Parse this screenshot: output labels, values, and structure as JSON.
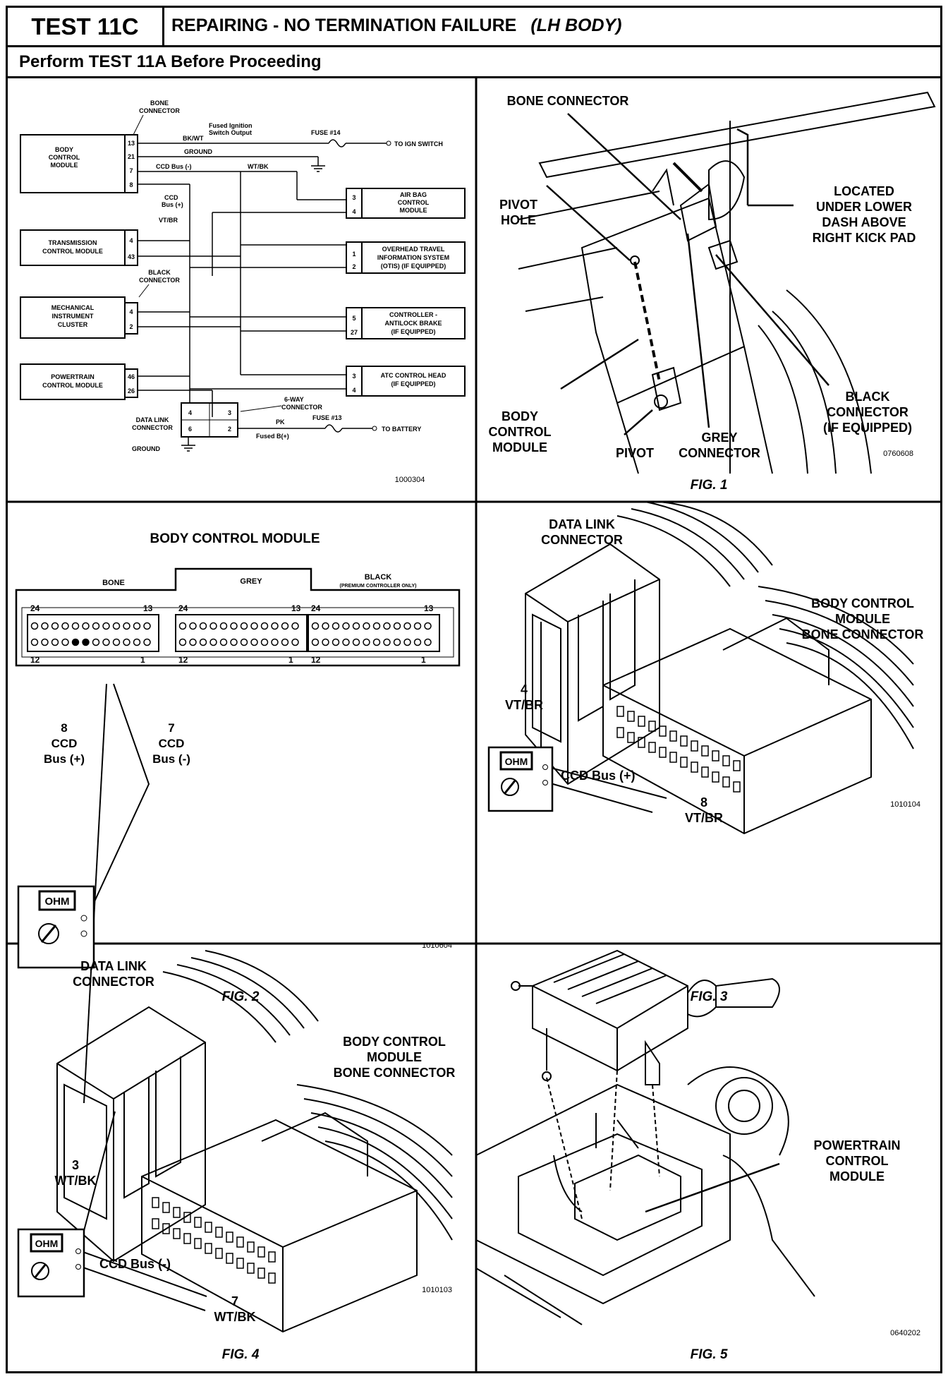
{
  "header": {
    "test_id": "TEST 11C",
    "title": "REPAIRING - NO TERMINATION FAILURE",
    "title_qualifier": "(LH BODY)",
    "subtitle": "Perform TEST 11A Before Proceeding"
  },
  "panel_schematic": {
    "ref": "1000304",
    "bone_connector_label": [
      "BONE",
      "CONNECTOR"
    ],
    "black_connector_label": [
      "BLACK",
      "CONNECTOR"
    ],
    "sixway_label": [
      "6-WAY",
      "CONNECTOR"
    ],
    "left_modules": [
      {
        "name": [
          "BODY",
          "CONTROL",
          "MODULE"
        ],
        "pins": [
          "13",
          "21",
          "7",
          "8"
        ]
      },
      {
        "name": [
          "TRANSMISSION",
          "CONTROL MODULE"
        ],
        "pins": [
          "4",
          "43"
        ]
      },
      {
        "name": [
          "MECHANICAL",
          "INSTRUMENT",
          "CLUSTER"
        ],
        "pins": [
          "4",
          "2"
        ]
      },
      {
        "name": [
          "POWERTRAIN",
          "CONTROL MODULE"
        ],
        "pins": [
          "46",
          "26"
        ]
      }
    ],
    "right_modules": [
      {
        "name": [
          "AIR BAG",
          "CONTROL",
          "MODULE"
        ],
        "pins": [
          "3",
          "4"
        ]
      },
      {
        "name": [
          "OVERHEAD TRAVEL",
          "INFORMATION SYSTEM",
          "(OTIS) (IF EQUIPPED)"
        ],
        "pins": [
          "1",
          "2"
        ]
      },
      {
        "name": [
          "CONTROLLER -",
          "ANTILOCK BRAKE",
          "(IF EQUIPPED)"
        ],
        "pins": [
          "5",
          "27"
        ]
      },
      {
        "name": [
          "ATC CONTROL HEAD",
          "(IF EQUIPPED)"
        ],
        "pins": [
          "3",
          "4"
        ]
      }
    ],
    "data_link": {
      "name": [
        "DATA LINK",
        "CONNECTOR"
      ],
      "pins": [
        "4",
        "3",
        "6",
        "2"
      ]
    },
    "wires": {
      "fused_ign": [
        "Fused Ignition",
        "Switch Output"
      ],
      "bkwt": "BK/WT",
      "fuse14": "FUSE #14",
      "to_ign": "TO IGN SWITCH",
      "ground": "GROUND",
      "ccd_minus": "CCD Bus (-)",
      "wtbk": "WT/BK",
      "ccd_plus": [
        "CCD",
        "Bus (+)"
      ],
      "vtbr": "VT/BR",
      "pk": "PK",
      "fused_b": "Fused B(+)",
      "fuse13": "FUSE #13",
      "to_battery": "TO BATTERY",
      "ground2": "GROUND"
    }
  },
  "fig1": {
    "caption": "FIG. 1",
    "ref": "0760608",
    "labels": {
      "bone": "BONE CONNECTOR",
      "pivot_hole": [
        "PIVOT",
        "HOLE"
      ],
      "located": [
        "LOCATED",
        "UNDER LOWER",
        "DASH ABOVE",
        "RIGHT KICK PAD"
      ],
      "black": [
        "BLACK",
        "CONNECTOR",
        "(IF EQUIPPED)"
      ],
      "bcm": [
        "BODY",
        "CONTROL",
        "MODULE"
      ],
      "pivot": "PIVOT",
      "grey": [
        "GREY",
        "CONNECTOR"
      ]
    }
  },
  "fig2": {
    "caption": "FIG. 2",
    "ref": "1010604",
    "title": "BODY CONTROL MODULE",
    "connectors": [
      "BONE",
      "GREY",
      "BLACK"
    ],
    "black_note": "(PREMIUM CONTROLLER ONLY)",
    "pin_labels": {
      "top_left": "24",
      "top_right": "13",
      "bottom_left": "12",
      "bottom_right": "1"
    },
    "probe_plus": {
      "pin": "8",
      "label": [
        "CCD",
        "Bus (+)"
      ]
    },
    "probe_minus": {
      "pin": "7",
      "label": [
        "CCD",
        "Bus (-)"
      ]
    },
    "meter": "OHM"
  },
  "fig3": {
    "caption": "FIG. 3",
    "ref": "1010104",
    "dlc": [
      "DATA LINK",
      "CONNECTOR"
    ],
    "bcm": [
      "BODY CONTROL",
      "MODULE",
      "BONE CONNECTOR"
    ],
    "pin_a": [
      "4",
      "VT/BR"
    ],
    "pin_b": [
      "8",
      "VT/BR"
    ],
    "bus": "CCD Bus (+)",
    "meter": "OHM"
  },
  "fig4": {
    "caption": "FIG. 4",
    "ref": "1010103",
    "dlc": [
      "DATA LINK",
      "CONNECTOR"
    ],
    "bcm": [
      "BODY CONTROL",
      "MODULE",
      "BONE CONNECTOR"
    ],
    "pin_a": [
      "3",
      "WT/BK"
    ],
    "pin_b": [
      "7",
      "WT/BK"
    ],
    "bus": "CCD Bus (-)",
    "meter": "OHM"
  },
  "fig5": {
    "caption": "FIG. 5",
    "ref": "0640202",
    "pcm": [
      "POWERTRAIN",
      "CONTROL",
      "MODULE"
    ]
  }
}
